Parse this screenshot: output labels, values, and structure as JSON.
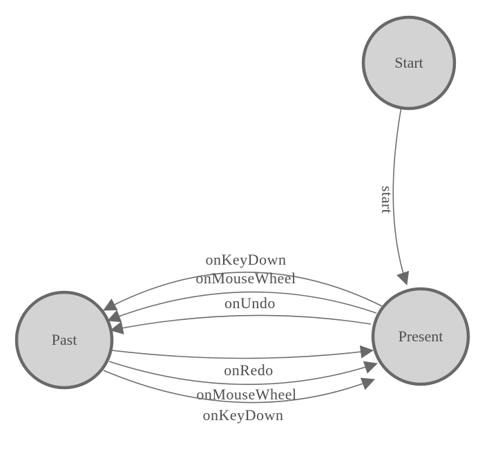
{
  "diagram": {
    "type": "state-machine",
    "background_color": "#ffffff",
    "node_fill": "#d3d3d3",
    "node_stroke": "#696969",
    "edge_color": "#6e6e6e",
    "arrowhead_color": "#696969",
    "text_color": "#4e4e4e",
    "nodes": [
      {
        "id": "start",
        "label": "Start"
      },
      {
        "id": "present",
        "label": "Present"
      },
      {
        "id": "past",
        "label": "Past"
      }
    ],
    "edges": [
      {
        "from": "start",
        "to": "present",
        "label": "start"
      },
      {
        "from": "present",
        "to": "past",
        "label": "onKeyDown"
      },
      {
        "from": "present",
        "to": "past",
        "label": "onMouseWheel"
      },
      {
        "from": "present",
        "to": "past",
        "label": "onUndo"
      },
      {
        "from": "past",
        "to": "present",
        "label": "onRedo"
      },
      {
        "from": "past",
        "to": "present",
        "label": "onMouseWheel"
      },
      {
        "from": "past",
        "to": "present",
        "label": "onKeyDown"
      }
    ]
  }
}
